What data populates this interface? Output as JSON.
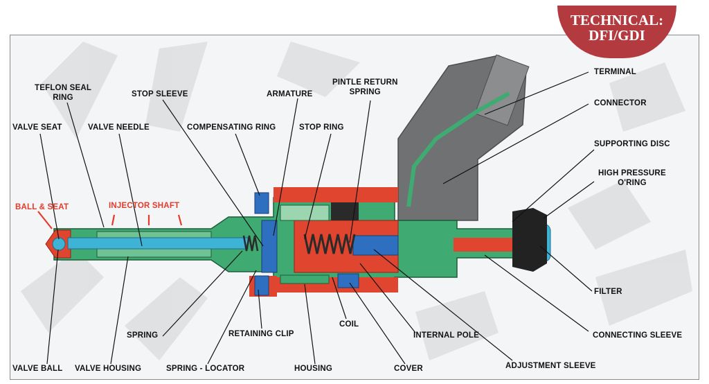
{
  "badge": {
    "line1": "TECHNICAL:",
    "line2": "DFI/GDI"
  },
  "labels": {
    "teflon_seal_ring_1": "TEFLON SEAL",
    "teflon_seal_ring_2": "RING",
    "stop_sleeve": "STOP SLEEVE",
    "armature": "ARMATURE",
    "pintle_return_spring_1": "PINTLE RETURN",
    "pintle_return_spring_2": "SPRING",
    "terminal": "TERMINAL",
    "connector": "CONNECTOR",
    "valve_seat": "VALVE SEAT",
    "valve_needle": "VALVE NEEDLE",
    "compensating_ring": "COMPENSATING RING",
    "stop_ring": "STOP RING",
    "supporting_disc": "SUPPORTING DISC",
    "high_pressure_oring_1": "HIGH PRESSURE",
    "high_pressure_oring_2": "O'RING",
    "ball_and_seat": "BALL & SEAT",
    "injector_shaft": "INJECTOR SHAFT",
    "filter": "FILTER",
    "coil": "COIL",
    "spring": "SPRING",
    "retaining_clip": "RETAINING CLIP",
    "internal_pole": "INTERNAL POLE",
    "connecting_sleeve": "CONNECTING SLEEVE",
    "valve_ball": "VALVE BALL",
    "valve_housing": "VALVE HOUSING",
    "spring_locator": "SPRING - LOCATOR",
    "housing": "HOUSING",
    "cover": "COVER",
    "adjustment_sleeve": "ADJUSTMENT SLEEVE"
  },
  "colors": {
    "green": "#3faa72",
    "green_light": "#9cd6b0",
    "red": "#e0452f",
    "blue": "#2f6fc0",
    "cyan": "#3fb3d6",
    "gray": "#6f7173",
    "accent_label": "#e53a2a",
    "badge": "#b33a3f"
  }
}
